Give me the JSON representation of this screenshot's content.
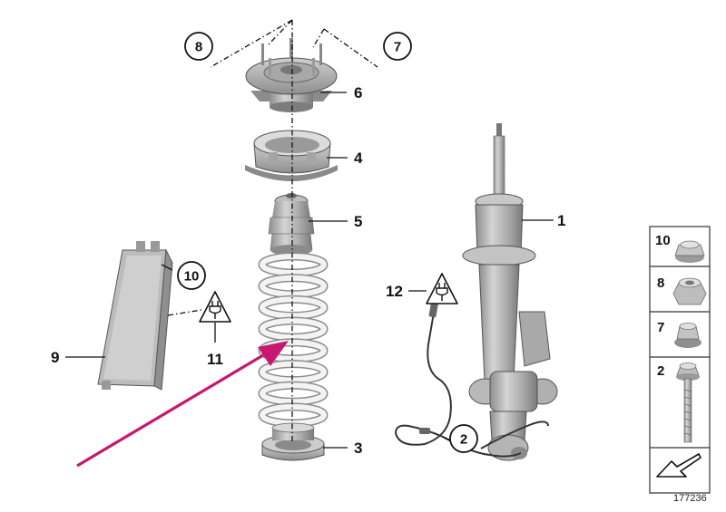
{
  "diagram": {
    "callouts": [
      "1",
      "2",
      "3",
      "4",
      "5",
      "6",
      "7",
      "8",
      "9",
      "10",
      "11",
      "12"
    ],
    "legend": [
      "10",
      "8",
      "7",
      "2"
    ],
    "reference_number": "177236",
    "colors": {
      "arrow": "#c8176e",
      "part_fill": "#b4b4b4",
      "spring_fill": "#f1f1f1",
      "line": "#111111"
    },
    "icons": [
      "warning-triangle-plug-icon",
      "arrow-diagonal-icon"
    ]
  }
}
